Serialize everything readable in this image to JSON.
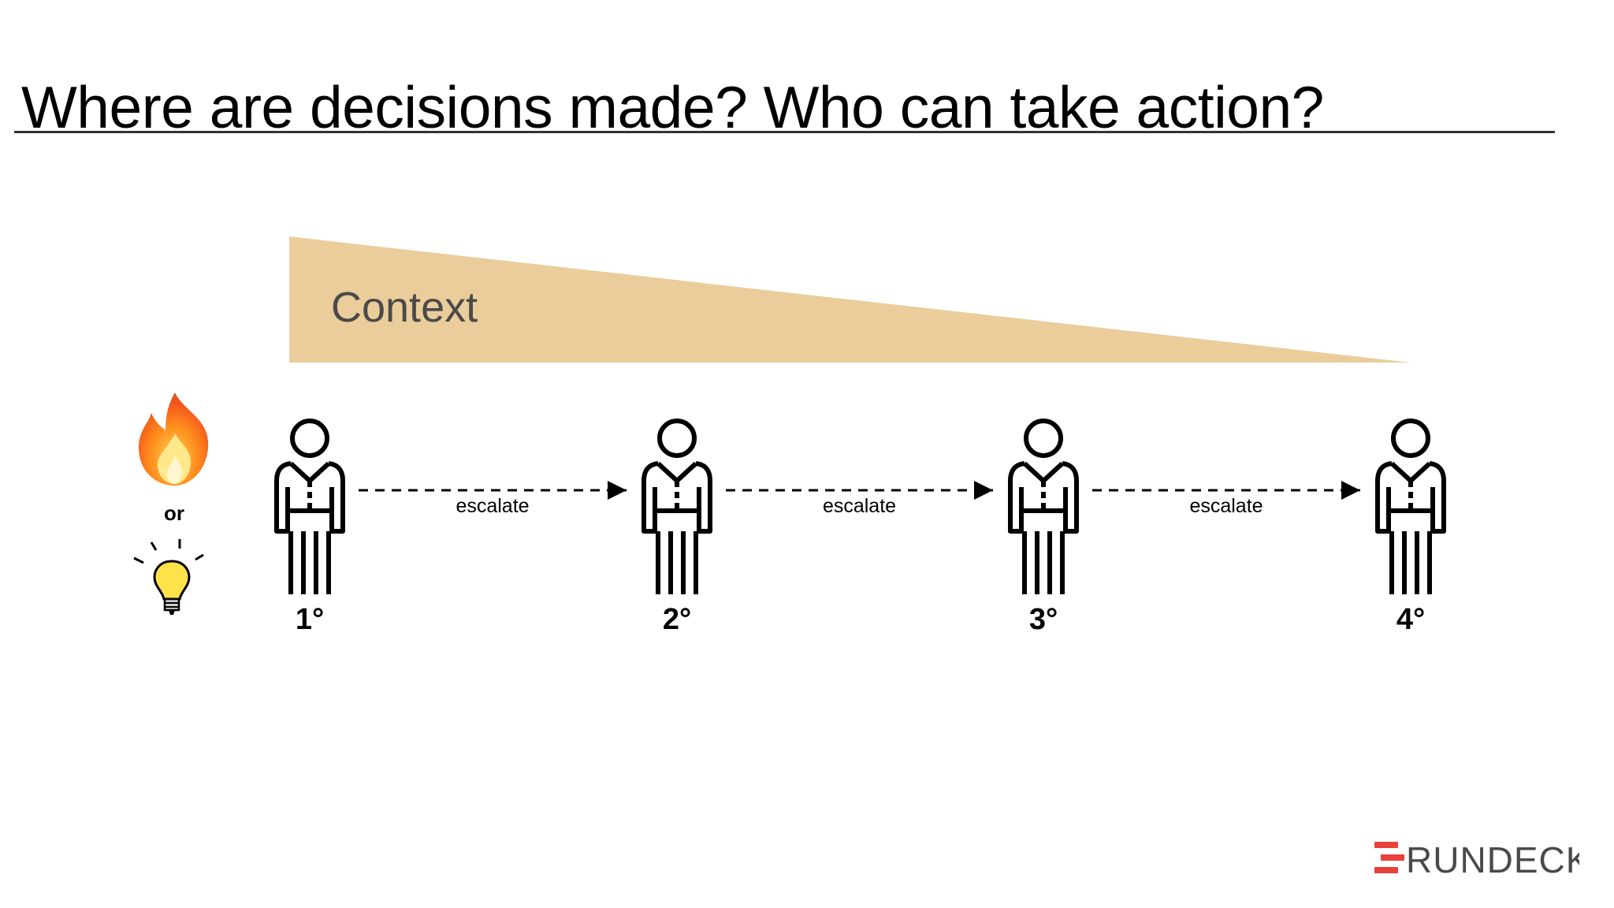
{
  "slide": {
    "title": "Where are decisions made? Who can take action?"
  },
  "context": {
    "label": "Context",
    "color": "#ebcd9b"
  },
  "trigger": {
    "icons": [
      "fire-icon",
      "lightbulb-icon"
    ],
    "or_label": "or"
  },
  "people": [
    {
      "label": "1°"
    },
    {
      "label": "2°"
    },
    {
      "label": "3°"
    },
    {
      "label": "4°"
    }
  ],
  "arrows": [
    {
      "label": "escalate"
    },
    {
      "label": "escalate"
    },
    {
      "label": "escalate"
    }
  ],
  "brand": {
    "name": "RUNDECK",
    "accent_color": "#e8413b",
    "text_color": "#4a4a4a"
  }
}
